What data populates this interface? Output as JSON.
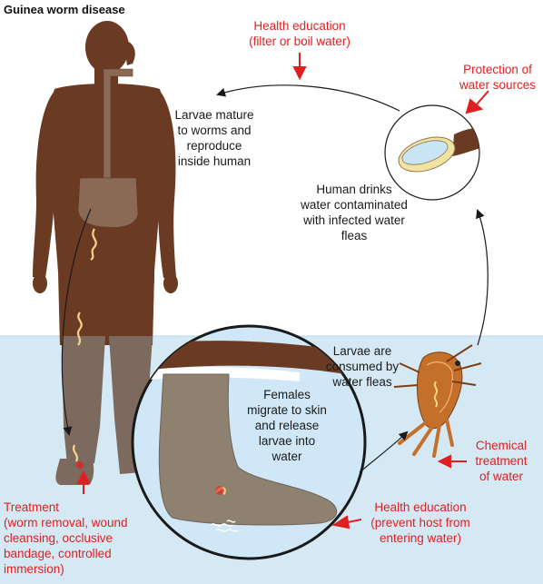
{
  "title": "Guinea worm disease",
  "labels": {
    "health_edu_top": [
      "Health education",
      "(filter or boil water)"
    ],
    "protection": [
      "Protection of",
      "water sources"
    ],
    "larvae_mature": [
      "Larvae mature",
      "to worms and",
      "reproduce",
      "inside human"
    ],
    "human_drinks": [
      "Human drinks",
      "water contaminated",
      "with infected water",
      "fleas"
    ],
    "larvae_consumed": [
      "Larvae are",
      "consumed by",
      "water fleas"
    ],
    "females_migrate": [
      "Females",
      "migrate to skin",
      "and release",
      "larvae into",
      "water"
    ],
    "chemical": [
      "Chemical",
      "treatment",
      "of water"
    ],
    "health_edu_bottom": [
      "Health education",
      "(prevent host from",
      "entering water)"
    ],
    "treatment": [
      "Treatment",
      "(worm removal, wound",
      "cleansing, occlusive",
      "bandage, controlled",
      "immersion)"
    ]
  },
  "colors": {
    "skin": "#6b3a22",
    "skin_submerged": "#7d6a5f",
    "water": "#d5e9f5",
    "water_circle": "#cfe7f6",
    "foot": "#8f8170",
    "stomach": "#8a6a55",
    "flea": "#c5702a",
    "worm": "#f4d48a",
    "red": "#e02020",
    "text": "#1a1a1a"
  }
}
